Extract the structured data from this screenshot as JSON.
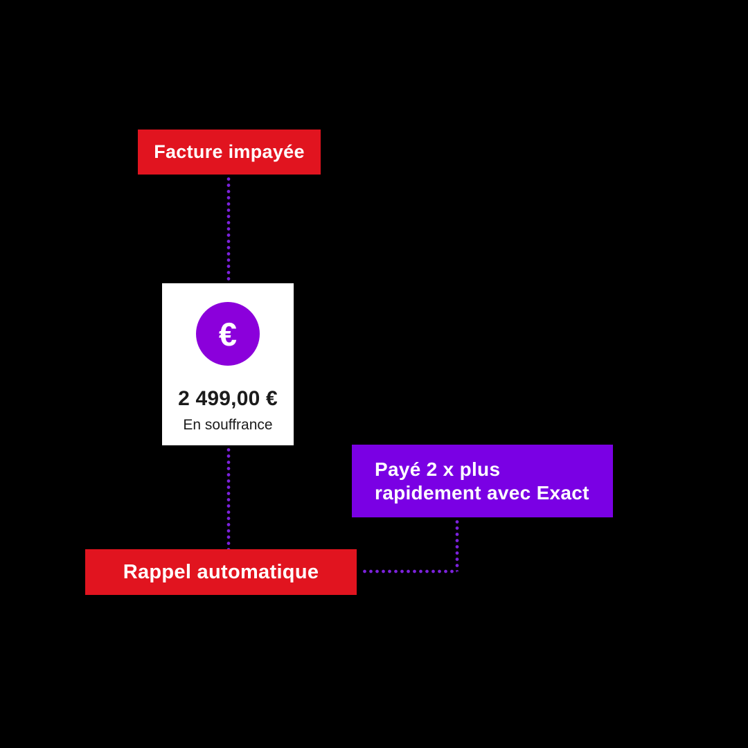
{
  "colors": {
    "red": "#e1141f",
    "purple_box": "#7a00e4",
    "purple_circle": "#8b00db",
    "connector": "#7c22dd",
    "card_bg": "#ffffff",
    "text_dark": "#1b1b1b",
    "text_light": "#ffffff",
    "canvas_bg": "#000000"
  },
  "diagram": {
    "unpaid_invoice_label": "Facture impayée",
    "invoice_card": {
      "currency_symbol": "€",
      "amount": "2 499,00 €",
      "status": "En souffrance"
    },
    "paid_faster": {
      "line1": "Payé 2 x plus",
      "line2": "rapidement avec Exact"
    },
    "auto_reminder_label": "Rappel automatique"
  }
}
